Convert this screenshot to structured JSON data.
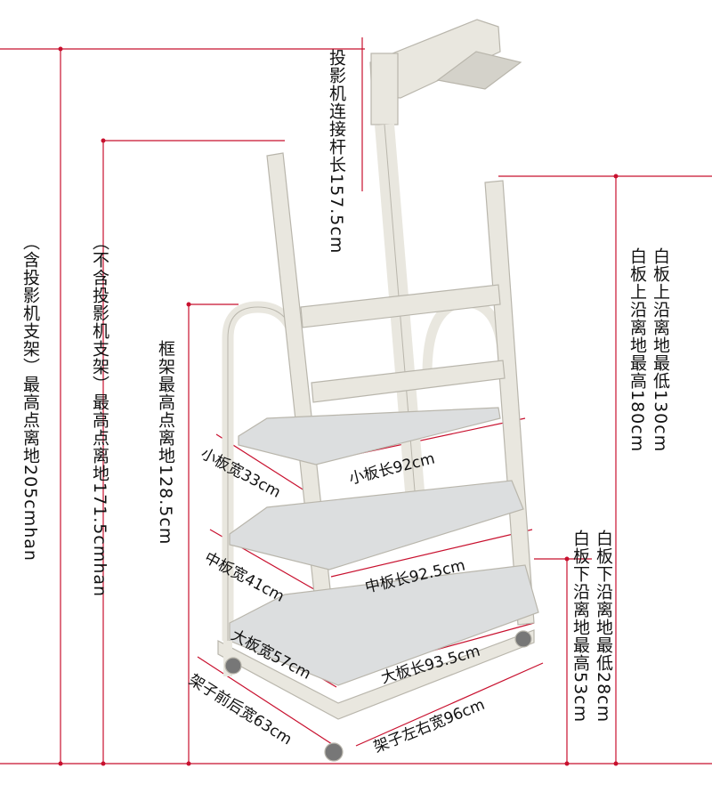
{
  "colors": {
    "dimension_line": "#c8102e",
    "frame": "#e9e7df",
    "frame_edge": "#b9b6ac",
    "shelf": "#dcdedf",
    "text": "#111111"
  },
  "labels": {
    "total_height_with_projector": "（含投影机支架）最高点离地205cmhan",
    "total_height_without_projector": "（不含投影机支架）最高点离地171.5cmhan",
    "frame_height": "框架最高点离地128.5cm",
    "projector_pole_length": "投影机连接杆长157.5cm",
    "whiteboard_top_edge": "白板上沿离地最低130cm 最高180cm",
    "whiteboard_top_col1": "白板上沿离地最低130cm",
    "whiteboard_top_col2": "白板上沿离地最高180cm",
    "whiteboard_bottom_col1": "白板下沿离地最低28cm",
    "whiteboard_bottom_col2": "白板下沿离地最高53cm",
    "small_shelf_width": "小板宽33cm",
    "small_shelf_length": "小板长92cm",
    "middle_shelf_width": "中板宽41cm",
    "middle_shelf_length": "中板长92.5cm",
    "large_shelf_width": "大板宽57cm",
    "large_shelf_length": "大板长93.5cm",
    "frame_depth": "架子前后宽63cm",
    "frame_width": "架子左右宽96cm"
  }
}
